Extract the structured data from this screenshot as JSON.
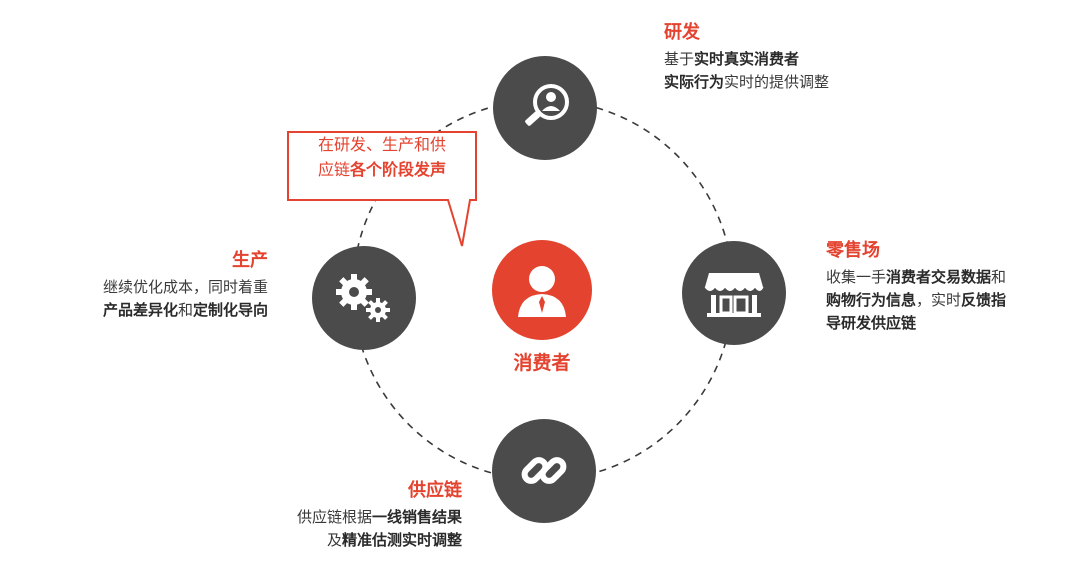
{
  "center": {
    "label": "消费者",
    "icon": "consumer-person-icon"
  },
  "callout": {
    "line1": "在研发、生产和供",
    "line2_plain": "应链",
    "line2_bold": "各个阶段发声"
  },
  "nodes": {
    "rnd": {
      "icon": "search-person-icon",
      "title": "研发",
      "line1_plain_a": "基于",
      "line1_bold": "实时真实消费者",
      "line2_bold": "实际行为",
      "line2_plain": "实时的提供调整"
    },
    "production": {
      "icon": "gears-icon",
      "title": "生产",
      "line1_plain": "继续优化成本，同时着重",
      "line2_bold_a": "产品差异化",
      "line2_plain": "和",
      "line2_bold_b": "定制化导向"
    },
    "retail": {
      "icon": "storefront-icon",
      "title": "零售场",
      "line1_plain_a": "收集一手",
      "line1_bold": "消费者交易数据",
      "line1_plain_b": "和",
      "line2_bold_a": "购物行为信息",
      "line2_plain": "，实时",
      "line2_bold_b": "反馈指",
      "line3_bold": "导研发供应链"
    },
    "supply": {
      "icon": "chain-link-icon",
      "title": "供应链",
      "line1_plain": "供应链根据",
      "line1_bold": "一线销售结果",
      "line2_plain": "及",
      "line2_bold": "精准估测实时调整"
    }
  },
  "colors": {
    "accent": "#e4432f",
    "node": "#4b4b4b",
    "text": "#3a3a3a"
  }
}
